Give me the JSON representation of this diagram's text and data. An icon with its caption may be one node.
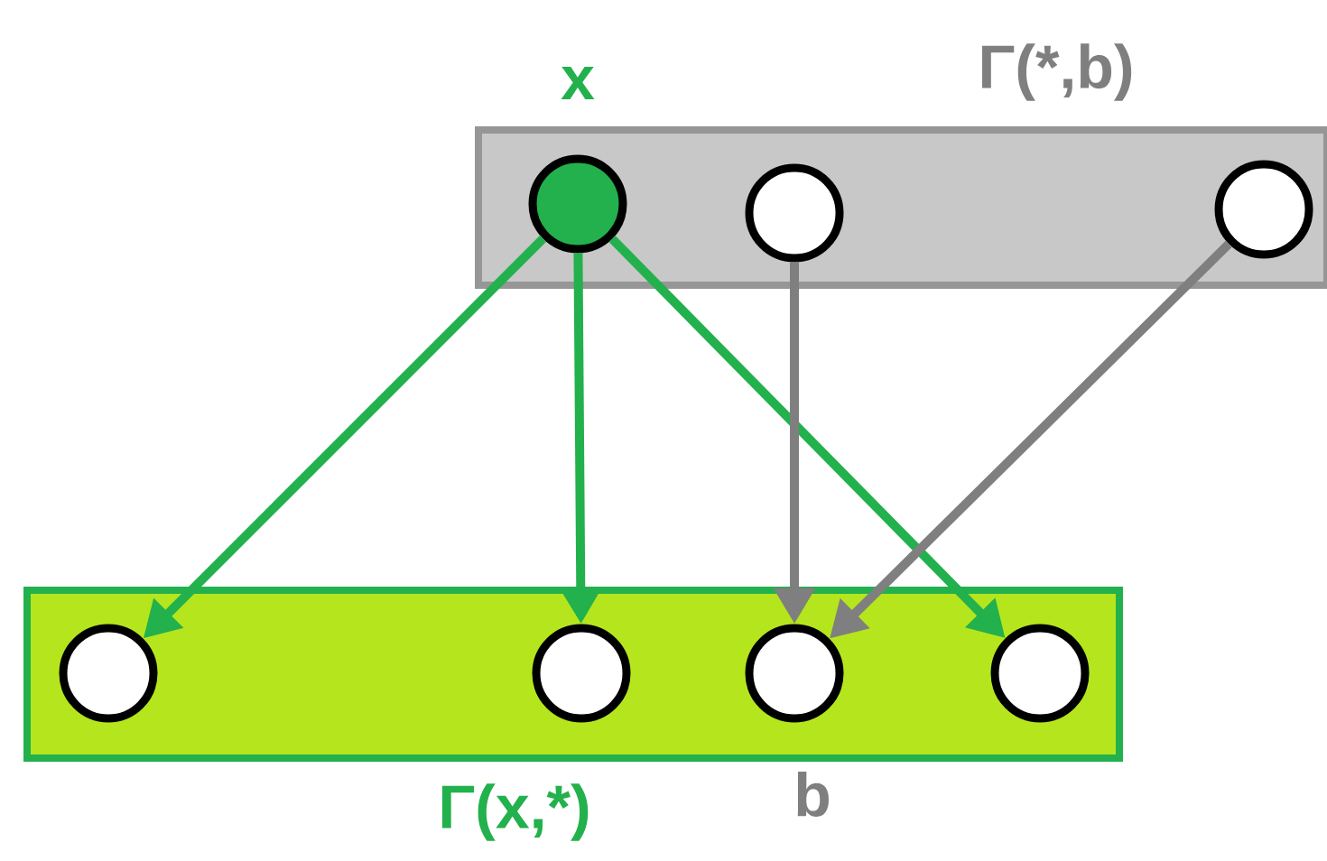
{
  "diagram": {
    "nodes": [
      {
        "text": [
          "Γ(*,b)"
        ]
      },
      {
        "text": [],
        "shape": "circle",
        "in": 0,
        "beside": [
          "x"
        ]
      },
      {
        "text": [],
        "shape": "circle",
        "in": 0
      },
      {
        "text": [],
        "shape": "circle",
        "in": 0
      },
      {
        "text": [
          "Γ(x,*)"
        ]
      },
      {
        "text": [],
        "shape": "circle",
        "in": 4
      },
      {
        "text": [],
        "shape": "circle",
        "in": 4
      },
      {
        "text": [],
        "shape": "circle",
        "in": 4,
        "beside": [
          "b"
        ]
      },
      {
        "text": [],
        "shape": "circle",
        "in": 4
      }
    ],
    "edges": [
      {
        "from": 1,
        "to": 5,
        "arrow": "to"
      },
      {
        "from": 1,
        "to": 6,
        "arrow": "to"
      },
      {
        "from": 1,
        "to": 8,
        "arrow": "to"
      },
      {
        "from": 2,
        "to": 7,
        "arrow": "to",
        "color": "#7f7f7f"
      },
      {
        "from": 3,
        "to": 7,
        "arrow": "to",
        "color": "#7f7f7f"
      }
    ]
  }
}
